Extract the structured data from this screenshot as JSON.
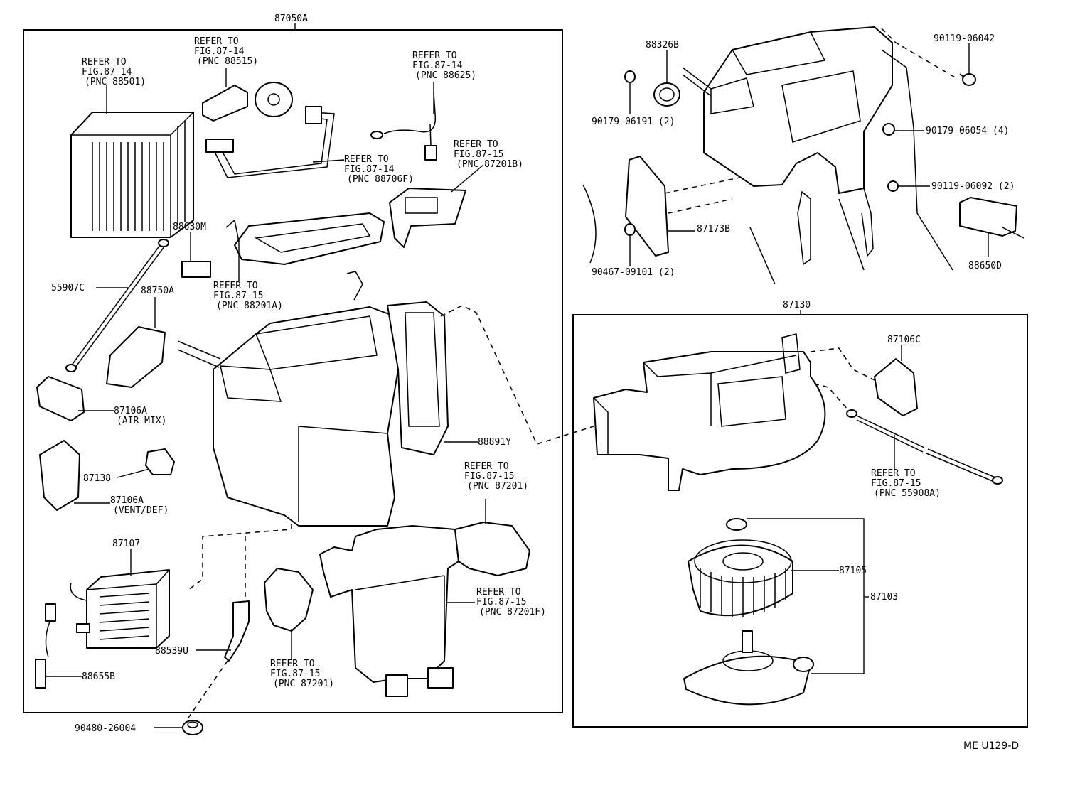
{
  "diagram": {
    "assy_heater_label": "87050A",
    "assy_blower_label": "87130",
    "footer": "ME U129-D",
    "labels": {
      "refer_evap_1": "REFER TO",
      "refer_evap_2": "FIG.87-14",
      "refer_evap_3": "(PNC 88501)",
      "refer_valve_1": "REFER TO",
      "refer_valve_2": "FIG.87-14",
      "refer_valve_3": "(PNC 88515)",
      "refer_thermo_1": "REFER TO",
      "refer_thermo_2": "FIG.87-14",
      "refer_thermo_3": "(PNC 88625)",
      "refer_pipe_1": "REFER TO",
      "refer_pipe_2": "FIG.87-14",
      "refer_pipe_3": "(PNC 88706F)",
      "refer_case_b_1": "REFER TO",
      "refer_case_b_2": "FIG.87-15",
      "refer_case_b_3": "(PNC 87201B)",
      "refer_tray_1": "REFER TO",
      "refer_tray_2": "FIG.87-15",
      "refer_tray_3": "(PNC 88201A)",
      "refer_duct_top_1": "REFER TO",
      "refer_duct_top_2": "FIG.87-15",
      "refer_duct_top_3": "(PNC 87201)",
      "refer_duct_f_1": "REFER TO",
      "refer_duct_f_2": "FIG.87-15",
      "refer_duct_f_3": "(PNC 87201F)",
      "refer_duct_bot_1": "REFER TO",
      "refer_duct_bot_2": "FIG.87-15",
      "refer_duct_bot_3": "(PNC 87201)",
      "refer_cable_1": "REFER TO",
      "refer_cable_2": "FIG.87-15",
      "refer_cable_3": "(PNC 55908A)",
      "p88630M": "88630M",
      "p55907C": "55907C",
      "p88750A": "88750A",
      "p87106A_air": "87106A",
      "p87106A_air_note": "(AIR MIX)",
      "p87138": "87138",
      "p87106A_vent": "87106A",
      "p87106A_vent_note": "(VENT/DEF)",
      "p88891Y": "88891Y",
      "p87107": "87107",
      "p88539U": "88539U",
      "p88655B": "88655B",
      "p90480": "90480-26004",
      "p88326B": "88326B",
      "p90119_06042": "90119-06042",
      "p90179_06191": "90179-06191 (2)",
      "p90179_06054": "90179-06054 (4)",
      "p90119_06092": "90119-06092 (2)",
      "p87173B": "87173B",
      "p90467": "90467-09101 (2)",
      "p88650D": "88650D",
      "p87106C": "87106C",
      "p87105": "87105",
      "p87103": "87103"
    }
  }
}
